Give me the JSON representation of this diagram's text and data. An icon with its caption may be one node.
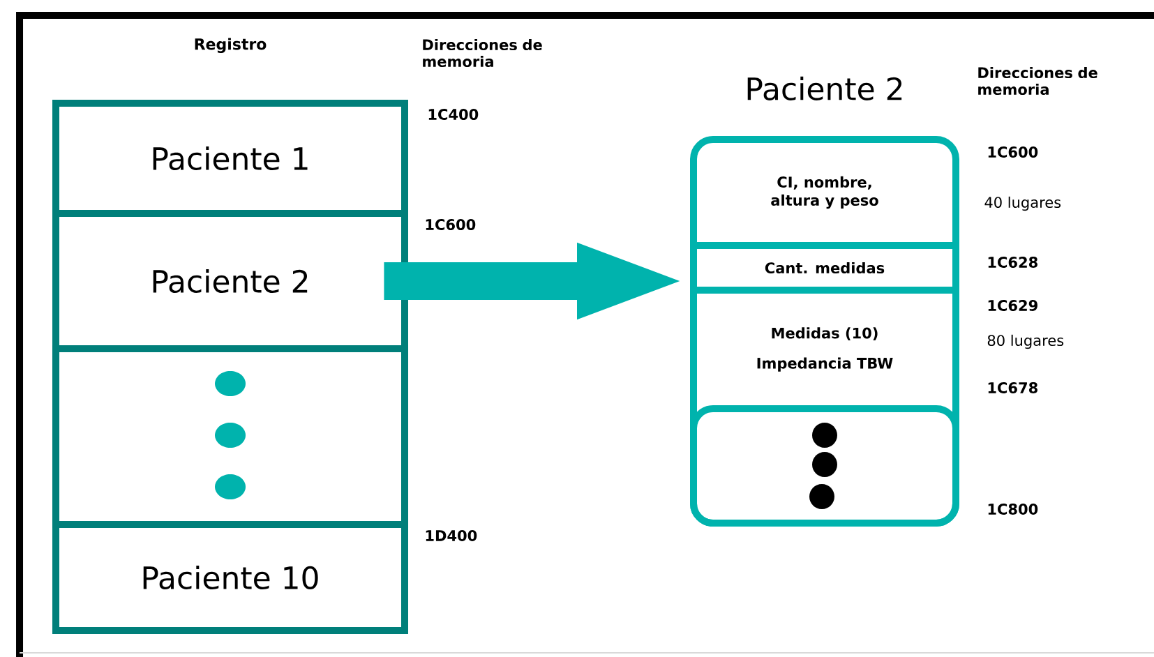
{
  "diagram": {
    "nodes": [
      {
        "text": [
          "Registro"
        ]
      },
      {
        "text": [
          "Paciente 1"
        ],
        "in": 0
      },
      {
        "text": [
          "Paciente 2"
        ],
        "in": 0
      },
      {
        "text": [],
        "shape": "box",
        "in": 0
      },
      {
        "text": [
          "Paciente 10"
        ],
        "in": 0
      },
      {
        "text": [
          "Paciente 2"
        ]
      },
      {
        "text": [
          "CI, nombre, altura y peso"
        ],
        "in": 5
      },
      {
        "text": [
          "Cant. medidas"
        ],
        "in": 5
      },
      {
        "text": [
          "Medidas (10)",
          "Impedancia TBW"
        ],
        "in": 5
      },
      {
        "text": [],
        "shape": "box",
        "in": 5
      }
    ],
    "edges": [
      {
        "from": 2,
        "to": 5,
        "arrow": "to"
      }
    ],
    "labels": [
      "Direcciones de memoria",
      "1C400",
      "1C600",
      "1D400",
      "Direcciones de memoria",
      "1C600",
      "40 lugares",
      "1C628",
      "1C629",
      "80 lugares",
      "1C678",
      "1C800"
    ]
  }
}
